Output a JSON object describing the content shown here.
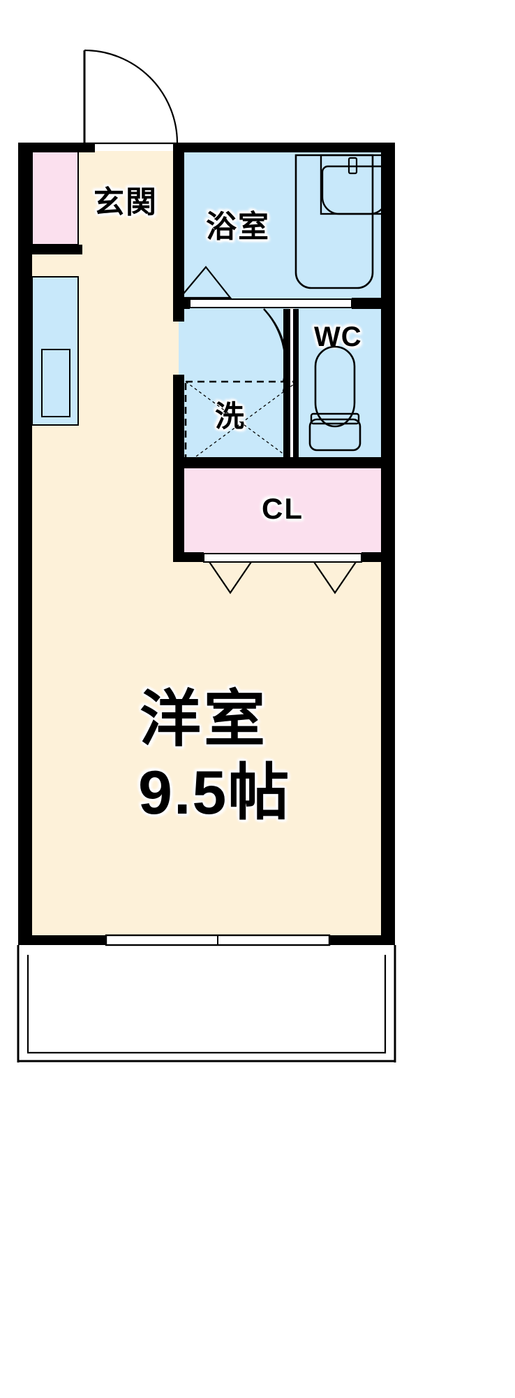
{
  "document": {
    "type": "japanese-apartment-floor-plan",
    "layout_name": "1R",
    "background_color": "#ffffff"
  },
  "colors": {
    "wall": "#000000",
    "room_floor": "#fdf1d9",
    "water_area": "#c8e8fa",
    "closet": "#fbe0ee",
    "balcony": "#ffffff",
    "fixture_outline": "#000000"
  },
  "rooms": {
    "entrance": {
      "label": "玄関",
      "name": "genkan"
    },
    "bathroom": {
      "label": "浴室",
      "name": "yokushitsu"
    },
    "toilet": {
      "label": "WC",
      "name": "wc"
    },
    "washer": {
      "label": "洗",
      "name": "sen"
    },
    "closet": {
      "label": "CL",
      "name": "closet"
    },
    "main_room": {
      "label": "洋室",
      "size_label": "9.5帖",
      "size_value": "9.5",
      "size_unit": "帖",
      "name": "yoshitsu"
    }
  },
  "fixtures": {
    "shoe_cabinet": "shoe-cabinet",
    "sink": "washbasin",
    "bathtub": "bathtub",
    "toilet_bowl": "toilet",
    "washer_space": "washing-machine-space",
    "entrance_door": "entrance-door-swing",
    "bath_door": "bath-door",
    "washroom_door": "washroom-door-swing",
    "closet_doors": "closet-folding-doors",
    "balcony": "balcony",
    "window": "window"
  }
}
